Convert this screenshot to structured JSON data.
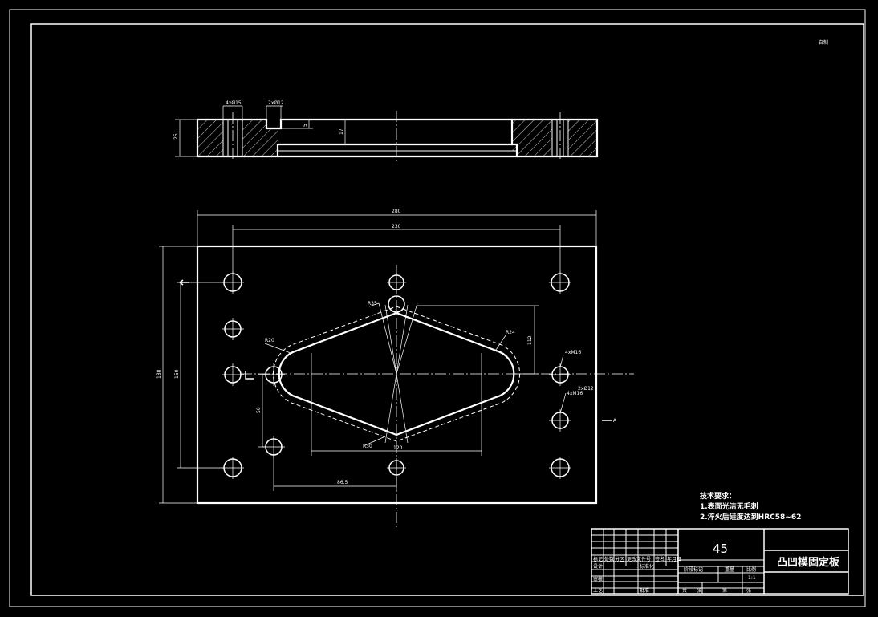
{
  "drawing": {
    "corner_mark": "自制",
    "dimensions": {
      "overall_width": "280",
      "hole_spacing_x": "230",
      "overall_height": "180",
      "hole_spacing_y": "150",
      "cutout_height": "112",
      "cutout_width": "120",
      "offset_x": "86.5",
      "offset_y": "50",
      "plate_thickness": "25",
      "pocket_depth": "17",
      "step_depth": "5",
      "radius_r20": "R20",
      "radius_r24": "R24",
      "radius_r35": "R35",
      "radius_r30": "R30",
      "hole_callout_1": "4xM16",
      "hole_callout_2": "4xM16",
      "hole_callout_3": "2xØ12",
      "top_note_1": "4xØ15",
      "top_note_2": "2xØ12",
      "section_label": "A"
    },
    "notes": {
      "heading": "技术要求：",
      "line1": "1.表面光洁无毛刺",
      "line2": "2.淬火后硅度达到HRC58~62"
    }
  },
  "title_block": {
    "material": "45",
    "part_name": "凸凹模固定板",
    "cells": {
      "mark": "标记",
      "count": "处数",
      "zone": "分区",
      "change_doc": "更改文件号",
      "signature": "签名",
      "date": "年月日",
      "designer": "设计",
      "standardize": "标准化",
      "reviewer": "审核",
      "process": "工艺",
      "approve": "批准",
      "stage_mark": "阶段标记",
      "weight": "重量",
      "scale": "比例",
      "scale_value": "1:1",
      "sheets_total": "共",
      "sheet": "张",
      "sheet_no": "第",
      "sheet_label": "张"
    }
  }
}
